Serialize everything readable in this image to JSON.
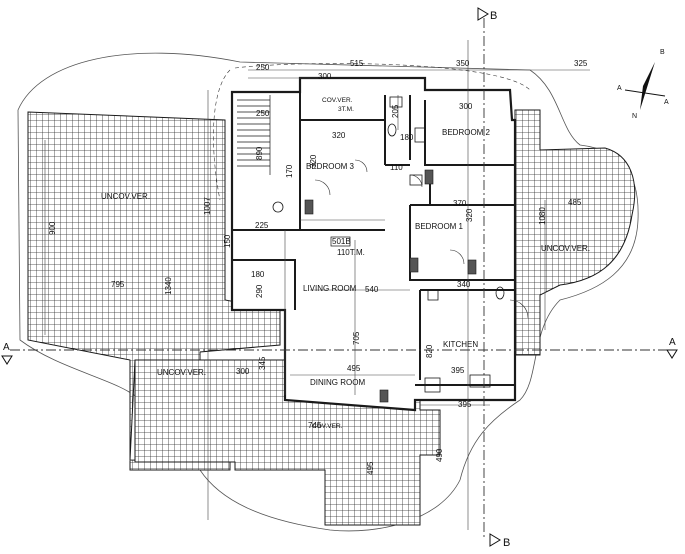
{
  "section_markers": {
    "top": "B",
    "bottom": "B",
    "left": "A",
    "right": "A"
  },
  "north_arrow": {
    "labels": [
      "B",
      "A",
      "A",
      "N"
    ]
  },
  "rooms": {
    "bedroom_1": "BEDROOM 1",
    "bedroom_2": "BEDROOM 2",
    "bedroom_3": "BEDROOM 3",
    "living_room": "LIVING ROOM",
    "dining_room": "DINING ROOM",
    "kitchen": "KITCHEN",
    "unit_code": "501B",
    "unit_area": "110T.M.",
    "cov_ver_top": "COV.VER.",
    "cov_ver_top_area": "3T.M.",
    "cov_ver_bottom": "COV.VER.",
    "uncov_ver_left": "UNCOV.VER.",
    "uncov_ver_right": "UNCOV.VER.",
    "uncov_ver_bottom": "UNCOV.VER."
  },
  "dimensions": {
    "d_515": "515",
    "d_350": "350",
    "d_325": "325",
    "d_250": "250",
    "d_300a": "300",
    "d_300b": "300",
    "d_320": "320",
    "d_250b": "250",
    "d_180": "180",
    "d_205": "205",
    "d_110": "110",
    "d_370": "370",
    "d_485": "485",
    "d_1080": "1080",
    "d_900": "900",
    "d_795": "795",
    "d_1340": "1340",
    "d_225": "225",
    "d_150": "150",
    "d_180b": "180",
    "d_290": "290",
    "d_540": "540",
    "d_705": "705",
    "d_340": "340",
    "d_820": "820",
    "d_495": "495",
    "d_395": "395",
    "d_395b": "395",
    "d_300c": "300",
    "d_345": "345",
    "d_745": "745",
    "d_495b": "495",
    "d_490": "490",
    "d_890": "890",
    "d_1007": "1007",
    "d_170": "170",
    "d_320b": "320",
    "d_320c": "320"
  },
  "colors": {
    "line": "#1a1a1a",
    "hatch": "#2a2a2a",
    "background": "#ffffff"
  }
}
